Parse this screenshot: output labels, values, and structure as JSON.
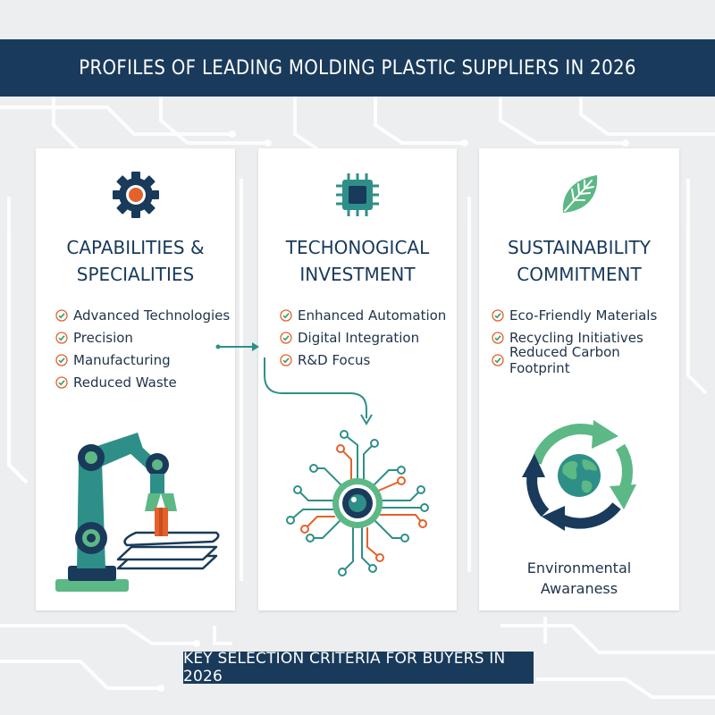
{
  "title": "PROFILES OF LEADING MOLDING PLASTIC SUPPLIERS IN 2026",
  "colors": {
    "navy": "#193a5a",
    "teal": "#2e8f88",
    "green": "#5cb885",
    "orange": "#e4612b"
  },
  "cards": [
    {
      "title_line1": "CAPABILITIES &",
      "title_line2": "SPECIALITIES",
      "icon": "gear-icon",
      "items": [
        "Advanced Technologies",
        "Precision",
        "Manufacturing",
        "Reduced Waste"
      ],
      "illustration": "robotic-arm-illustration"
    },
    {
      "title_line1": "TECHONOGICAL",
      "title_line2": "INVESTMENT",
      "icon": "chip-icon",
      "items": [
        "Enhanced Automation",
        "Digital Integration",
        "R&D Focus"
      ],
      "illustration": "circuit-network-illustration"
    },
    {
      "title_line1": "SUSTAINABILITY",
      "title_line2": "COMMITMENT",
      "icon": "leaf-icon",
      "items": [
        "Eco-Friendly Materials",
        "Recycling Initiatives",
        "Reduced Carbon Footprint"
      ],
      "illustration": "recycling-globe-illustration",
      "illustration_label_line1": "Environmental",
      "illustration_label_line2": "Awaraness"
    }
  ],
  "footer": "KEY SELECTION CRITERIA FOR BUYERS IN 2026"
}
